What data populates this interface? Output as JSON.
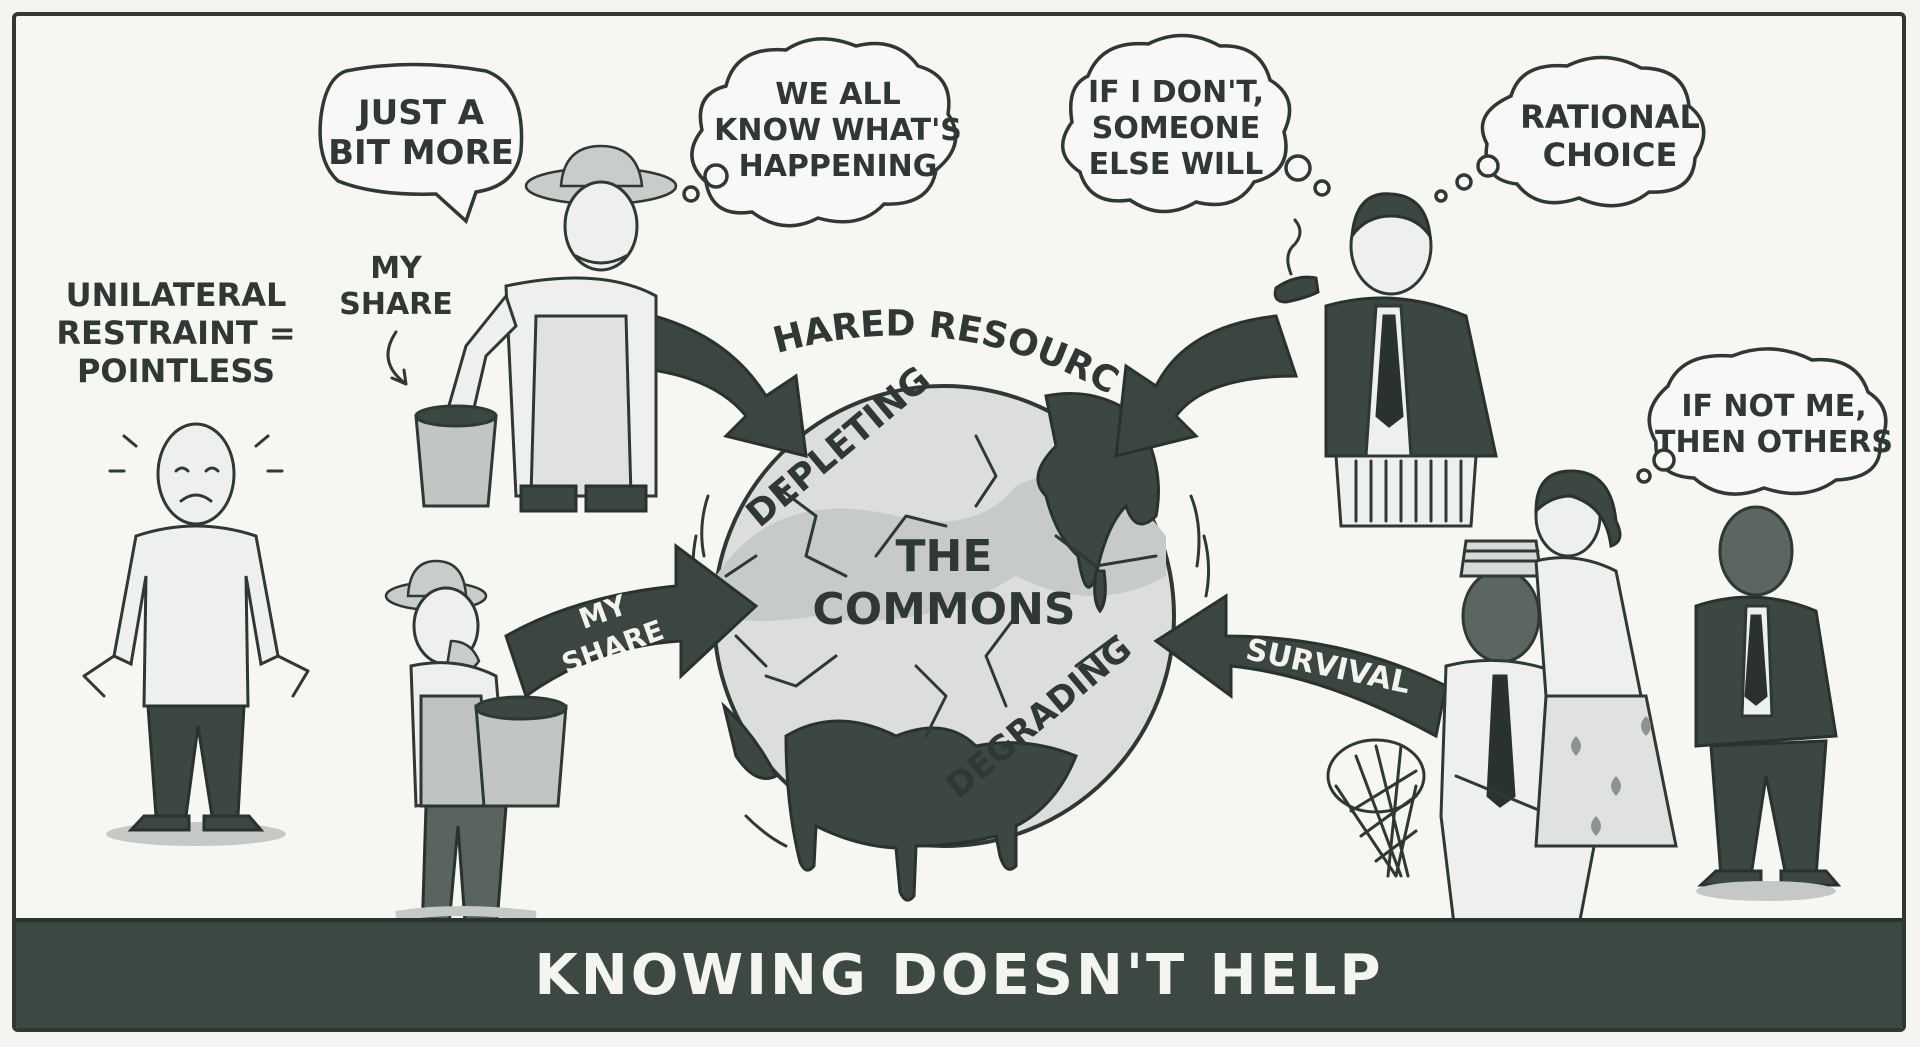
{
  "caption": "KNOWING DOESN'T HELP",
  "labels": {
    "unilateral": [
      "UNILATERAL",
      "RESTRAINT =",
      "POINTLESS"
    ],
    "my_share_note": [
      "MY",
      "SHARE"
    ],
    "shared_resource": "SHARED RESOURCE",
    "depleting": "DEPLETING",
    "degrading": "DEGRADING",
    "commons": [
      "THE",
      "COMMONS"
    ]
  },
  "arrows": {
    "farmer_bottom": [
      "MY",
      "SHARE"
    ],
    "survival": "SURVIVAL"
  },
  "bubbles": {
    "just_a_bit_more": [
      "JUST A",
      "BIT MORE"
    ],
    "we_all_know": [
      "WE ALL",
      "KNOW WHAT'S",
      "HAPPENING"
    ],
    "if_i_dont": [
      "IF I DON'T,",
      "SOMEONE",
      "ELSE WILL"
    ],
    "rational_choice": [
      "RATIONAL",
      "CHOICE"
    ],
    "if_not_me": [
      "IF NOT ME,",
      "THEN OTHERS"
    ]
  },
  "colors": {
    "ink": "#2f3833",
    "banner": "#3c4842",
    "paper": "#f6f6f3"
  }
}
